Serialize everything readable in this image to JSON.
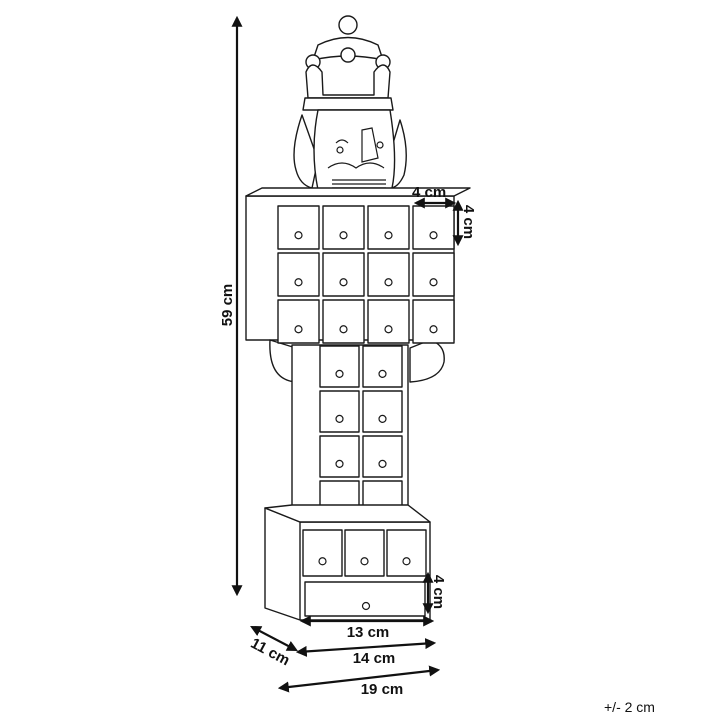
{
  "dimensions": {
    "height": "59 cm",
    "drawer_width": "4 cm",
    "drawer_height": "4 cm",
    "bottom_drawer_height": "4 cm",
    "depth": "11 cm",
    "base_width_inner": "13 cm",
    "base_width": "14 cm",
    "total_width": "19 cm"
  },
  "tolerance": "+/- 2 cm",
  "colors": {
    "line": "#1a1a1a",
    "background": "#ffffff"
  }
}
